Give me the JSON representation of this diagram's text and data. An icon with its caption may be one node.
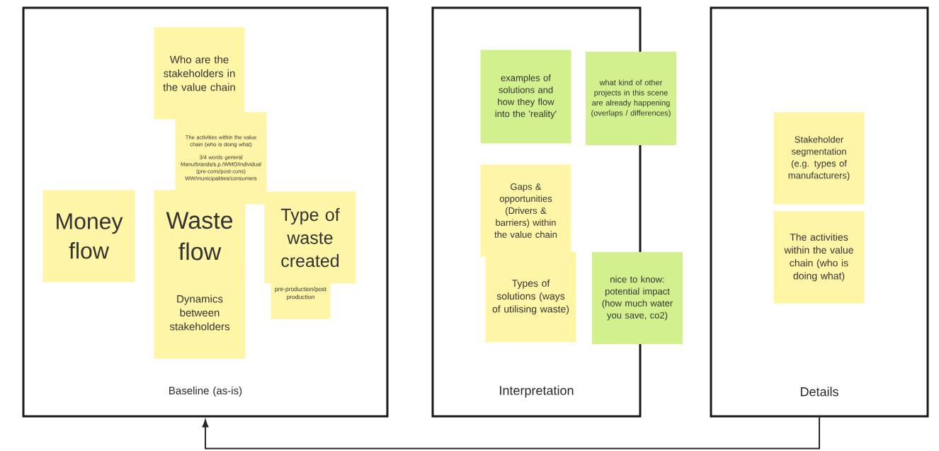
{
  "diagram": {
    "nodes": [
      {
        "text": [
          "Baseline (as-is)"
        ]
      },
      {
        "text": [
          "Who are the stakeholders in the value chain"
        ],
        "in": 0
      },
      {
        "text": [
          "The activities within the value chain (who is doing what)",
          "3/4 words general Manu/brands/s.p./WMO/individual (pre-cons/post-cons) WW/municipalities/consumers"
        ],
        "in": 0
      },
      {
        "text": [
          "Money flow"
        ],
        "in": 0
      },
      {
        "text": [
          "Waste flow"
        ],
        "in": 0
      },
      {
        "text": [
          "Type of waste created"
        ],
        "in": 0
      },
      {
        "text": [
          "Dynamics between stakeholders"
        ],
        "in": 0
      },
      {
        "text": [
          "pre-production/post production"
        ],
        "in": 0
      },
      {
        "text": [
          "Interpretation"
        ]
      },
      {
        "text": [
          "examples of solutions and how they flow into the 'reality'"
        ],
        "in": 8
      },
      {
        "text": [
          "what kind of other projects in this scene are already happening (overlaps / differences)"
        ]
      },
      {
        "text": [
          "Gaps & opportunities (Drivers & barriers) within the value chain"
        ],
        "in": 8
      },
      {
        "text": [
          "Types of solutions (ways of utilising waste)"
        ],
        "in": 8
      },
      {
        "text": [
          "nice to know: potential impact (how much water you save, co2)"
        ]
      },
      {
        "text": [
          "Details"
        ]
      },
      {
        "text": [
          "Stakeholder segmentation (e.g. types of manufacturers)"
        ],
        "in": 14
      },
      {
        "text": [
          "The activities within the value chain (who is doing what)"
        ],
        "in": 14
      }
    ],
    "edges": [
      {
        "from": 14,
        "to": 0,
        "arrow": "to"
      }
    ]
  }
}
